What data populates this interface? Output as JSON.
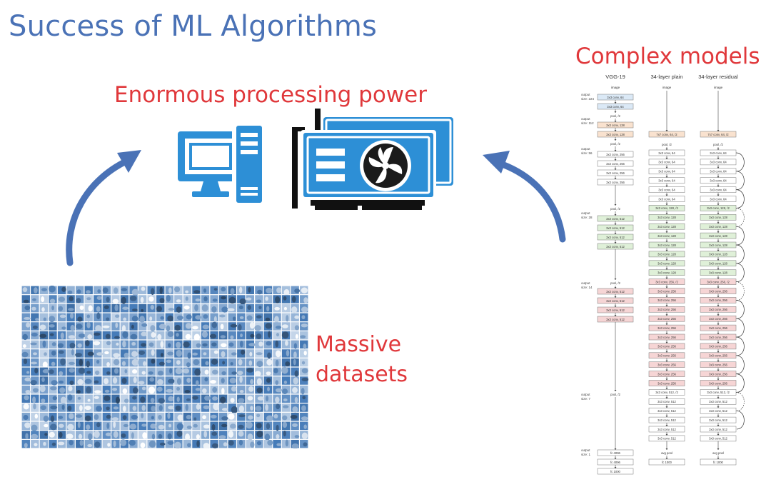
{
  "slide": {
    "title": "Success of ML Algorithms"
  },
  "labels": {
    "processing_power": "Enormous processing power",
    "complex_models": "Complex models",
    "massive": "Massive",
    "datasets": "datasets"
  },
  "colors": {
    "title": "#4a72b6",
    "label_red": "#e0383b",
    "arrow_blue": "#4a72b6",
    "icon_blue": "#2d8fd6",
    "conv64": "#dbe9f6",
    "conv128": "#f9e2cf",
    "conv256": "#dff0d8",
    "conv512": "#f6d5d5"
  },
  "icons": {
    "computer": "desktop-computer-icon",
    "gpu": "graphics-card-icon",
    "arrows": "curved-arrow-icon",
    "dataset": "image-grid-mosaic"
  },
  "architecture": {
    "headers": [
      "VGG-19",
      "34-layer plain",
      "34-layer residual"
    ],
    "output_sizes": [
      "output\nsize: 224",
      "output\nsize: 112",
      "output\nsize: 56",
      "output\nsize: 28",
      "output\nsize: 14",
      "output\nsize: 7",
      "output\nsize: 1"
    ],
    "input_label": "image",
    "vgg": [
      {
        "t": "3x3 conv, 64",
        "c": "conv64"
      },
      {
        "t": "3x3 conv, 64",
        "c": "conv64"
      },
      {
        "t": "pool, /2",
        "c": "pool"
      },
      {
        "t": "3x3 conv, 128",
        "c": "conv128"
      },
      {
        "t": "3x3 conv, 128",
        "c": "conv128"
      },
      {
        "t": "pool, /2",
        "c": "pool"
      },
      {
        "t": "3x3 conv, 256",
        "c": "plain"
      },
      {
        "t": "3x3 conv, 256",
        "c": "plain"
      },
      {
        "t": "3x3 conv, 256",
        "c": "plain"
      },
      {
        "t": "3x3 conv, 256",
        "c": "plain"
      },
      {
        "t": "pool, /2",
        "c": "pool"
      },
      {
        "t": "3x3 conv, 512",
        "c": "conv256"
      },
      {
        "t": "3x3 conv, 512",
        "c": "conv256"
      },
      {
        "t": "3x3 conv, 512",
        "c": "conv256"
      },
      {
        "t": "3x3 conv, 512",
        "c": "conv256"
      },
      {
        "t": "pool, /2",
        "c": "pool"
      },
      {
        "t": "3x3 conv, 512",
        "c": "conv512"
      },
      {
        "t": "3x3 conv, 512",
        "c": "conv512"
      },
      {
        "t": "3x3 conv, 512",
        "c": "conv512"
      },
      {
        "t": "3x3 conv, 512",
        "c": "conv512"
      },
      {
        "t": "pool, /2",
        "c": "pool"
      },
      {
        "t": "fc 4096",
        "c": "plain"
      },
      {
        "t": "fc 4096",
        "c": "plain"
      },
      {
        "t": "fc 1000",
        "c": "plain"
      }
    ],
    "resnet_first": "7x7 conv, 64, /2",
    "resnet_pool": "pool, /2",
    "resnet_groups": [
      {
        "label": "3x3 conv, 64",
        "count": 6,
        "c": "plain"
      },
      {
        "label": "3x3 conv, 128",
        "count": 8,
        "c": "conv256",
        "first": "3x3 conv, 128, /2"
      },
      {
        "label": "3x3 conv, 256",
        "count": 12,
        "c": "conv512",
        "first": "3x3 conv, 256, /2"
      },
      {
        "label": "3x3 conv, 512",
        "count": 6,
        "c": "plain",
        "first": "3x3 conv, 512, /2"
      }
    ],
    "avg_pool": "avg pool",
    "fc_final": "fc 1000"
  }
}
